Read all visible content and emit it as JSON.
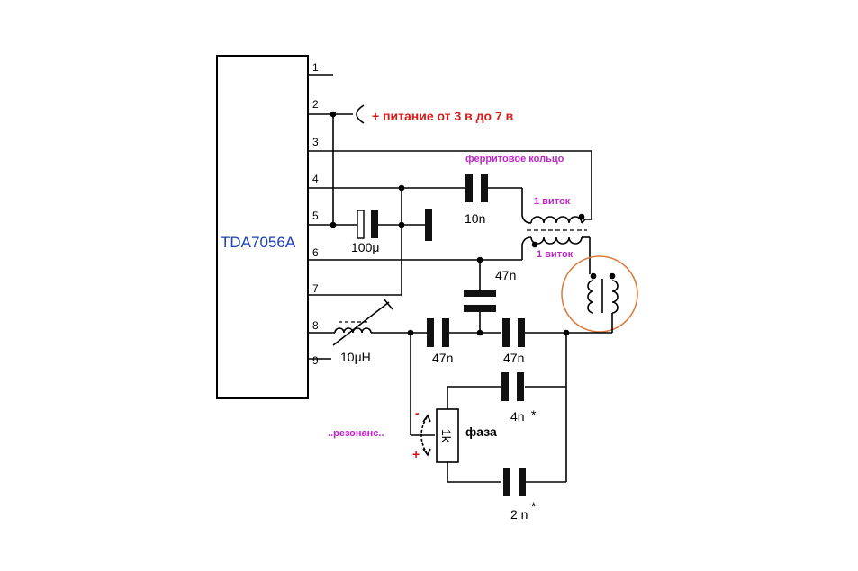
{
  "chip": {
    "name": "TDA7056A",
    "pins": [
      "1",
      "2",
      "3",
      "4",
      "5",
      "6",
      "7",
      "8",
      "9"
    ]
  },
  "labels": {
    "power": "+ питание от 3 в до 7 в",
    "ferrite": "ферритовое кольцо",
    "turn_top": "1 виток",
    "turn_bottom": "1 виток",
    "cap_10n": "10n",
    "cap_100u": "100μ",
    "cap_47n_vertical": "47n",
    "cap_47n_left": "47n",
    "cap_47n_right": "47n",
    "inductor": "10μH",
    "cap_4n": "4n",
    "cap_4n_star": "*",
    "cap_2n": "2 n",
    "cap_2n_star": "*",
    "pot": "1k",
    "phase": "фаза",
    "resonance": "..резонанс..",
    "minus": "-",
    "plus": "+"
  },
  "colors": {
    "chip_text": "#1a3fb8",
    "power_text": "#d81c1c",
    "magenta_text": "#c026c8",
    "coil_circle": "#d8783a",
    "sign_red": "#e01010"
  }
}
